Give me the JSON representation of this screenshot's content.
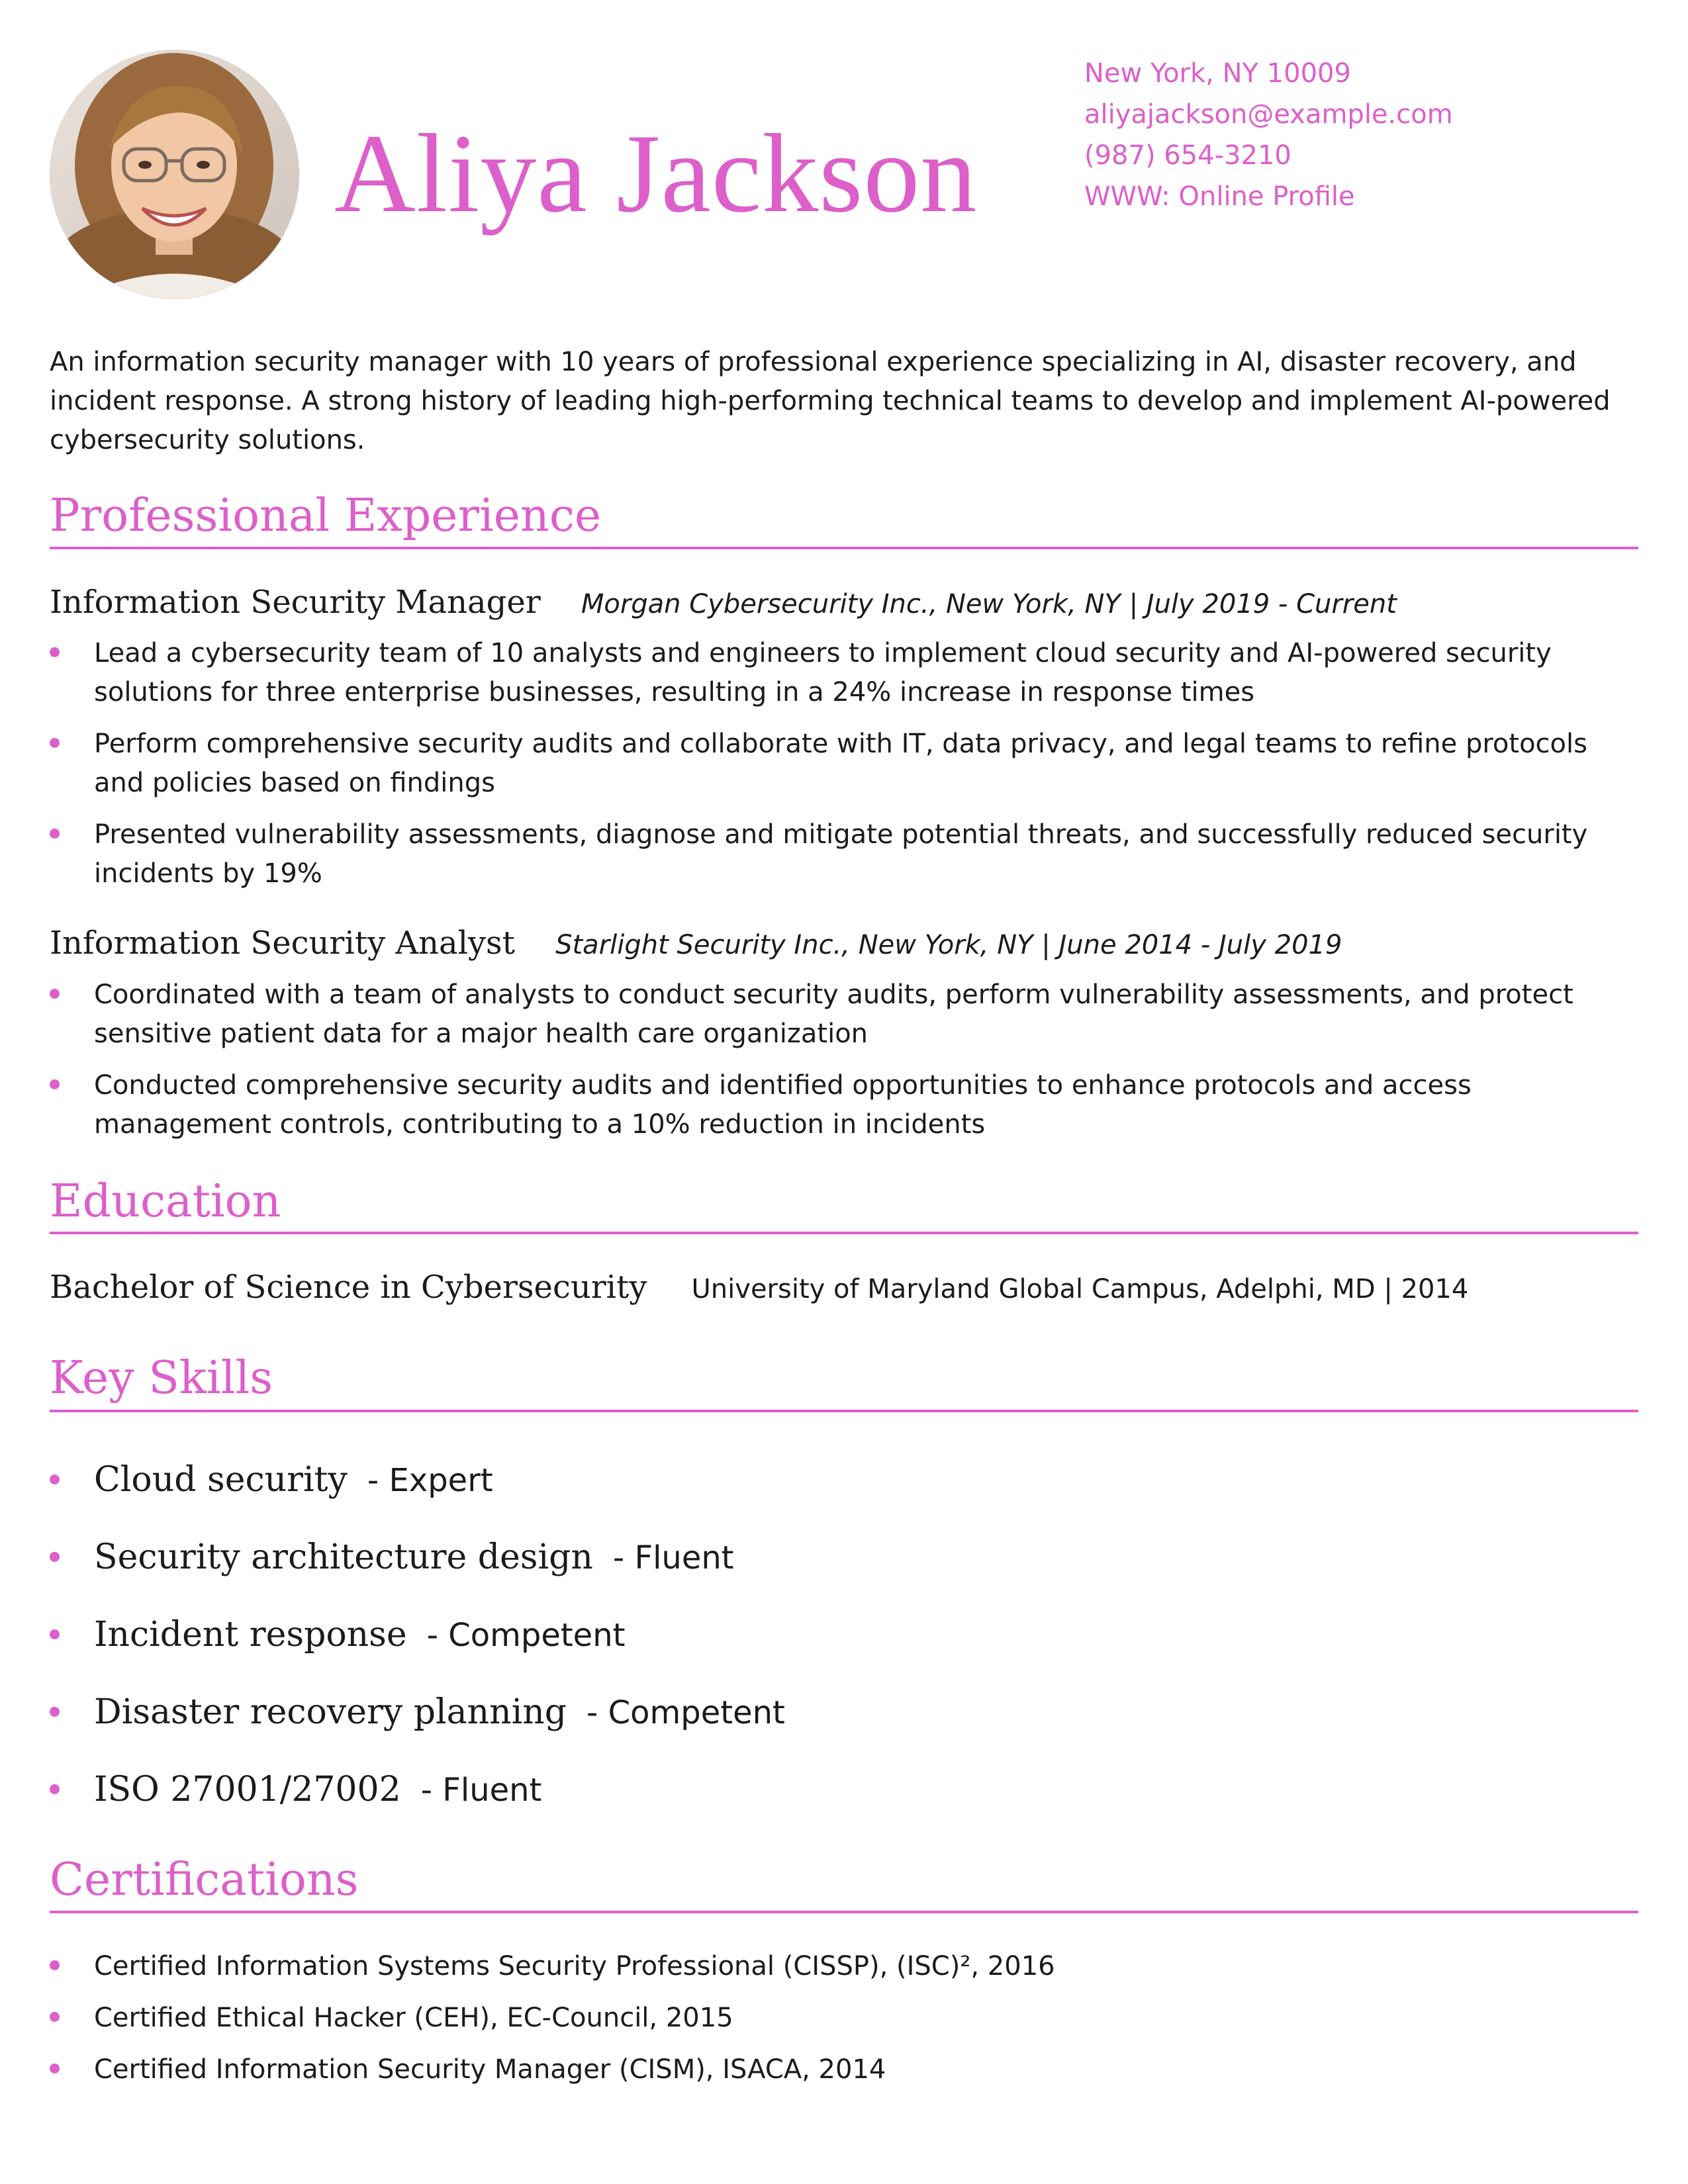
{
  "header": {
    "name": "Aliya Jackson",
    "contact": {
      "location": "New York, NY 10009",
      "email": "aliyajackson@example.com",
      "phone": "(987) 654-3210",
      "website": "WWW: Online Profile"
    }
  },
  "summary": "An information security manager with 10 years of professional experience specializing in AI, disaster recovery, and incident response. A strong history of leading high-performing technical teams to develop and implement AI-powered cybersecurity solutions.",
  "experience": {
    "title": "Professional Experience",
    "jobs": [
      {
        "title": "Information Security Manager",
        "meta": "Morgan Cybersecurity Inc., New York, NY | July 2019 - Current",
        "bullets": [
          "Lead a cybersecurity team of 10 analysts and engineers to implement cloud security and AI-powered security solutions for three enterprise businesses, resulting in a 24% increase in response times",
          "Perform comprehensive security audits and collaborate with IT, data privacy, and legal teams to refine protocols and policies based on findings",
          "Presented vulnerability assessments, diagnose and mitigate potential threats, and successfully reduced security incidents by 19%"
        ]
      },
      {
        "title": "Information Security Analyst",
        "meta": "Starlight Security Inc., New York, NY | June 2014 - July 2019",
        "bullets": [
          "Coordinated with a team of analysts to conduct security audits, perform vulnerability assessments, and protect sensitive patient data for a major health care organization",
          "Conducted comprehensive security audits and identified opportunities to enhance protocols and access management controls, contributing to a 10% reduction in incidents"
        ]
      }
    ]
  },
  "education": {
    "title": "Education",
    "degree": "Bachelor of Science in Cybersecurity",
    "school": "University of Maryland Global Campus, Adelphi, MD | 2014"
  },
  "skills": {
    "title": "Key Skills",
    "items": [
      {
        "name": "Cloud security",
        "level": "- Expert"
      },
      {
        "name": "Security architecture design",
        "level": "- Fluent"
      },
      {
        "name": "Incident response",
        "level": "- Competent"
      },
      {
        "name": "Disaster recovery planning",
        "level": "- Competent"
      },
      {
        "name": "ISO 27001/27002",
        "level": "- Fluent"
      }
    ]
  },
  "certifications": {
    "title": "Certifications",
    "items": [
      "Certified Information Systems Security Professional (CISSP), (ISC)², 2016",
      "Certified Ethical Hacker (CEH), EC-Council, 2015",
      "Certified Information Security Manager (CISM), ISACA, 2014"
    ]
  },
  "colors": {
    "accent": "#dc5fca",
    "text": "#1b1b1b"
  }
}
